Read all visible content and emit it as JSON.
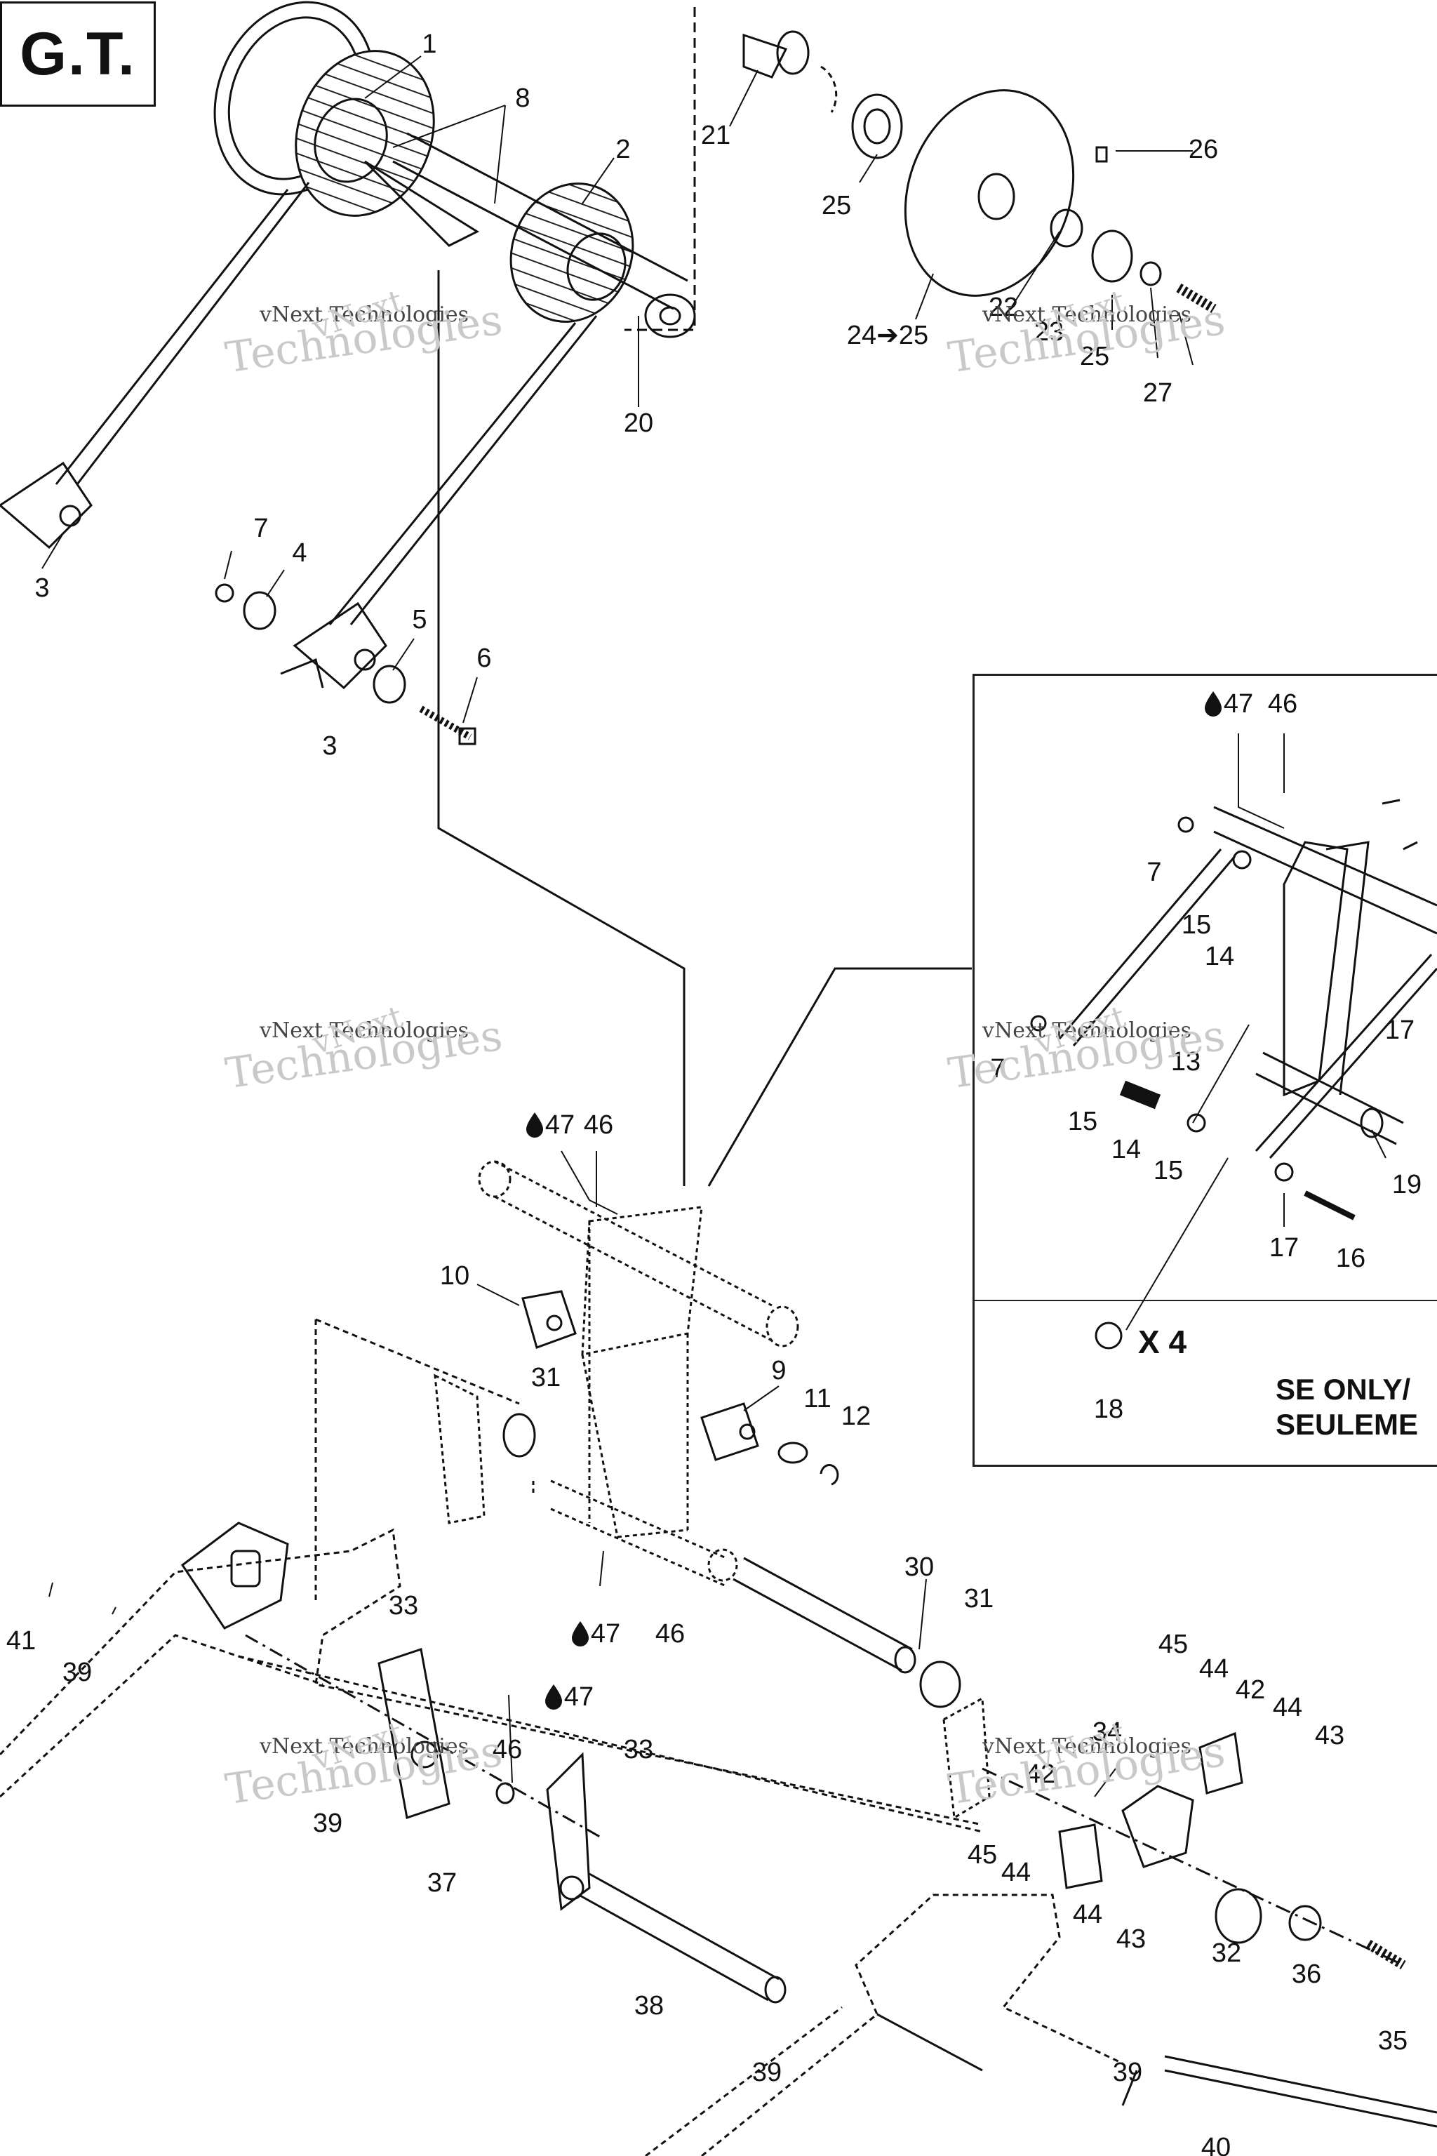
{
  "model_code": "G.T.",
  "note": {
    "line1": "SE ONLY/",
    "line2": "SEULEME"
  },
  "quantity_label": "X 4",
  "watermark": {
    "line1": "vNext",
    "line2": "vNext Technologies",
    "line3": "Technologies"
  },
  "callouts": [
    {
      "id": "c1",
      "text": "1"
    },
    {
      "id": "c2",
      "text": "2"
    },
    {
      "id": "c3a",
      "text": "3"
    },
    {
      "id": "c3b",
      "text": "3"
    },
    {
      "id": "c4",
      "text": "4"
    },
    {
      "id": "c5",
      "text": "5"
    },
    {
      "id": "c6",
      "text": "6"
    },
    {
      "id": "c7a",
      "text": "7"
    },
    {
      "id": "c8",
      "text": "8"
    },
    {
      "id": "c20",
      "text": "20"
    },
    {
      "id": "c21",
      "text": "21"
    },
    {
      "id": "c25a",
      "text": "25"
    },
    {
      "id": "c24",
      "text": "24➔25"
    },
    {
      "id": "c22",
      "text": "22"
    },
    {
      "id": "c23",
      "text": "23"
    },
    {
      "id": "c25b",
      "text": "25"
    },
    {
      "id": "c26",
      "text": "26"
    },
    {
      "id": "c27",
      "text": "27"
    },
    {
      "id": "c47a",
      "text": "47"
    },
    {
      "id": "c46a",
      "text": "46"
    },
    {
      "id": "c7b",
      "text": "7"
    },
    {
      "id": "c15a",
      "text": "15"
    },
    {
      "id": "c14a",
      "text": "14"
    },
    {
      "id": "c17a",
      "text": "17"
    },
    {
      "id": "c7c",
      "text": "7"
    },
    {
      "id": "c13",
      "text": "13"
    },
    {
      "id": "c15b",
      "text": "15"
    },
    {
      "id": "c14b",
      "text": "14"
    },
    {
      "id": "c15c",
      "text": "15"
    },
    {
      "id": "c19",
      "text": "19"
    },
    {
      "id": "c17b",
      "text": "17"
    },
    {
      "id": "c16",
      "text": "16"
    },
    {
      "id": "c18",
      "text": "18"
    },
    {
      "id": "c47b",
      "text": "47"
    },
    {
      "id": "c46b",
      "text": "46"
    },
    {
      "id": "c10",
      "text": "10"
    },
    {
      "id": "c31a",
      "text": "31"
    },
    {
      "id": "c9",
      "text": "9"
    },
    {
      "id": "c11",
      "text": "11"
    },
    {
      "id": "c12",
      "text": "12"
    },
    {
      "id": "c30",
      "text": "30"
    },
    {
      "id": "c31b",
      "text": "31"
    },
    {
      "id": "c47c",
      "text": "47"
    },
    {
      "id": "c46c",
      "text": "46"
    },
    {
      "id": "c41",
      "text": "41"
    },
    {
      "id": "c39a",
      "text": "39"
    },
    {
      "id": "c33a",
      "text": "33"
    },
    {
      "id": "c47d",
      "text": "47"
    },
    {
      "id": "c46d",
      "text": "46"
    },
    {
      "id": "c33b",
      "text": "33"
    },
    {
      "id": "c39b",
      "text": "39"
    },
    {
      "id": "c37",
      "text": "37"
    },
    {
      "id": "c45a",
      "text": "45"
    },
    {
      "id": "c44a",
      "text": "44"
    },
    {
      "id": "c42a",
      "text": "42"
    },
    {
      "id": "c44b",
      "text": "44"
    },
    {
      "id": "c43a",
      "text": "43"
    },
    {
      "id": "c34",
      "text": "34"
    },
    {
      "id": "c42b",
      "text": "42"
    },
    {
      "id": "c45b",
      "text": "45"
    },
    {
      "id": "c44c",
      "text": "44"
    },
    {
      "id": "c44d",
      "text": "44"
    },
    {
      "id": "c43b",
      "text": "43"
    },
    {
      "id": "c32",
      "text": "32"
    },
    {
      "id": "c36",
      "text": "36"
    },
    {
      "id": "c35",
      "text": "35"
    },
    {
      "id": "c38",
      "text": "38"
    },
    {
      "id": "c39c",
      "text": "39"
    },
    {
      "id": "c39d",
      "text": "39"
    },
    {
      "id": "c40",
      "text": "40"
    }
  ]
}
